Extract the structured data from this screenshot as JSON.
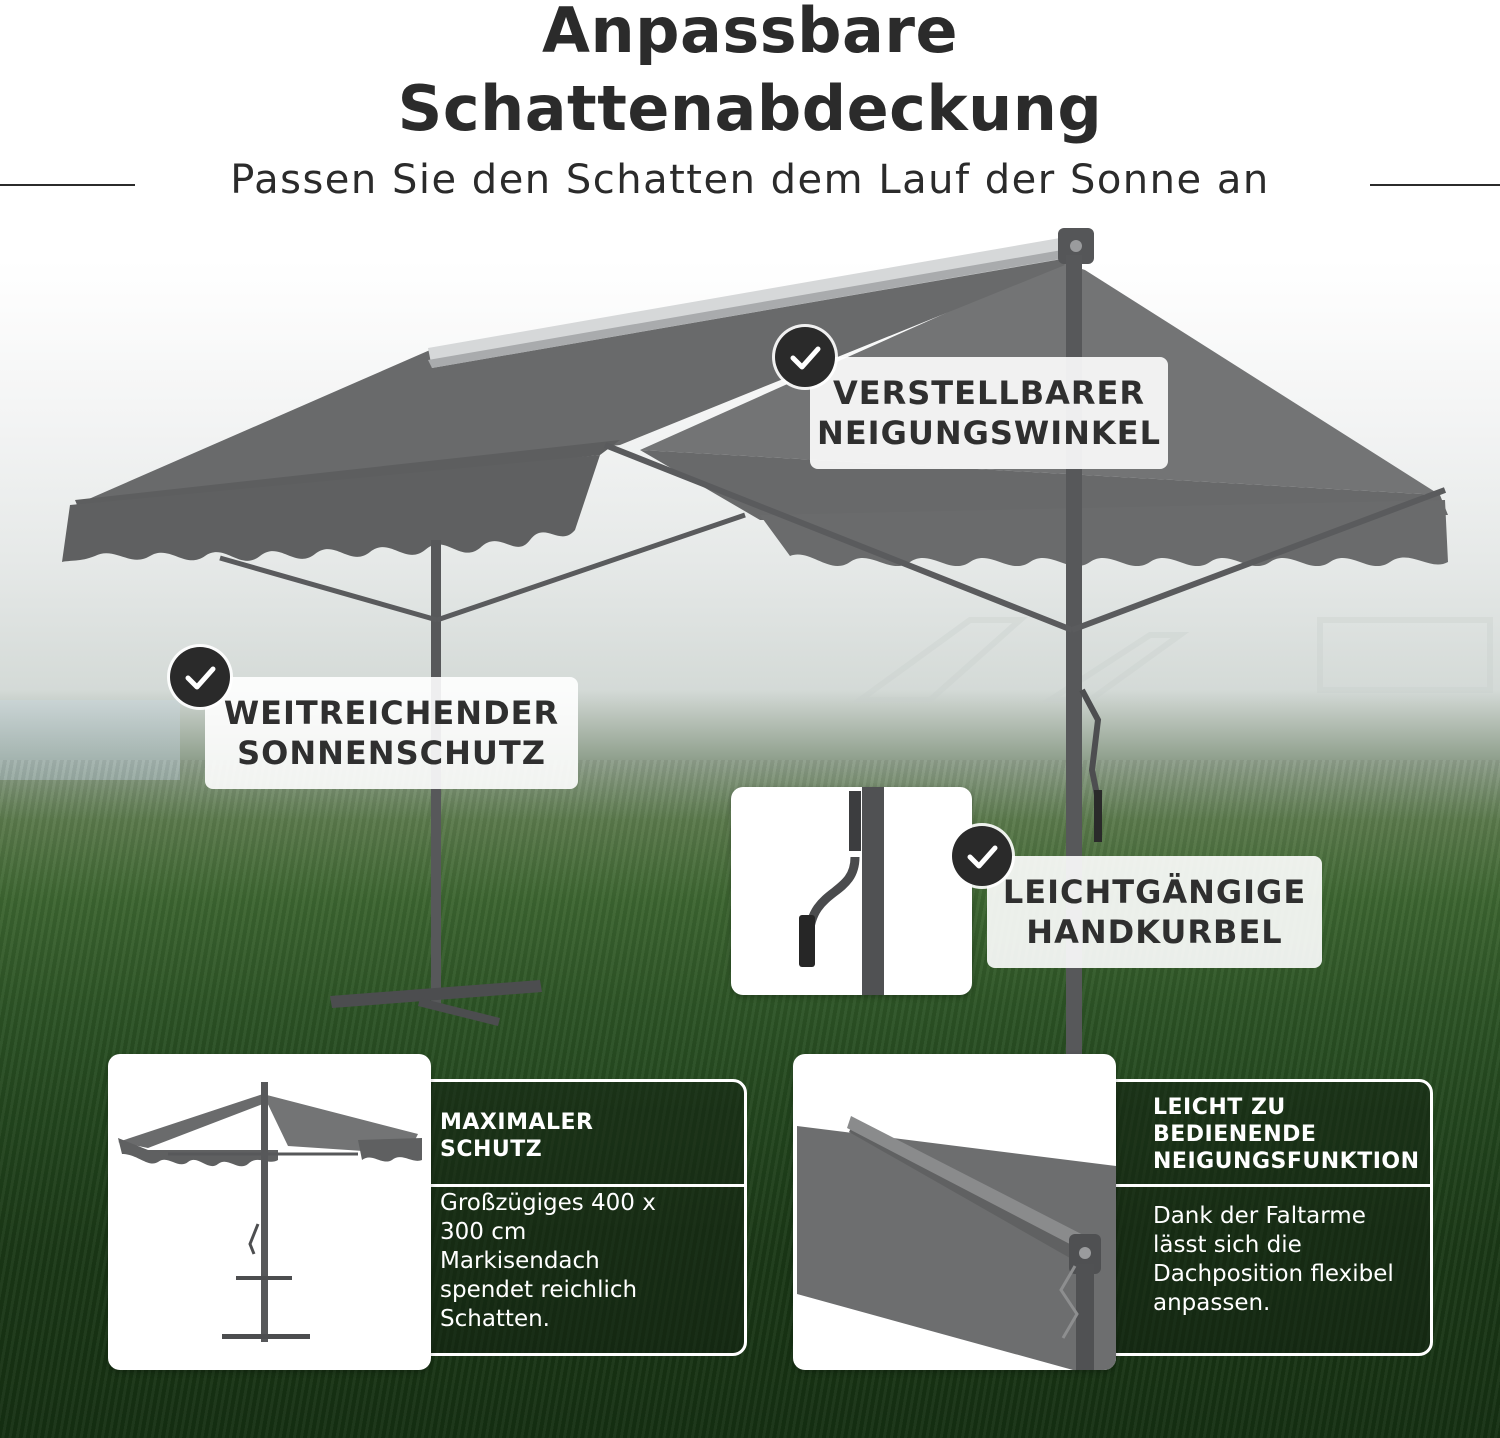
{
  "header": {
    "title_line1": "Anpassbare",
    "title_line2": "Schattenabdeckung",
    "subtitle": "Passen Sie den Schatten dem Lauf der Sonne an"
  },
  "callouts": {
    "tilt": {
      "icon": "check-icon",
      "line1": "VERSTELLBARER",
      "line2": "NEIGUNGSWINKEL"
    },
    "sun": {
      "icon": "check-icon",
      "line1": "WEITREICHENDER",
      "line2": "SONNENSCHUTZ"
    },
    "crank": {
      "icon": "check-icon",
      "line1": "LEICHTGÄNGIGE",
      "line2": "HANDKURBEL"
    }
  },
  "panels": {
    "protection": {
      "heading_line1": "MAXIMALER",
      "heading_line2": "SCHUTZ",
      "body": [
        "Großzügiges 400 x",
        "300 cm",
        "Markisendach",
        "spendet reichlich",
        "Schatten."
      ]
    },
    "tilt_function": {
      "heading_line1": "LEICHT ZU",
      "heading_line2": "BEDIENENDE",
      "heading_line3": "NEIGUNGSFUNKTION",
      "body": [
        "Dank der Faltarme",
        "lässt sich die",
        "Dachposition flexibel",
        "anpassen."
      ]
    }
  },
  "colors": {
    "canvas": "#5f6061",
    "frame": "#57585a",
    "text_dark": "#2b2b2b",
    "grass": "#2d5426",
    "check_bg": "#2a2a2a"
  }
}
